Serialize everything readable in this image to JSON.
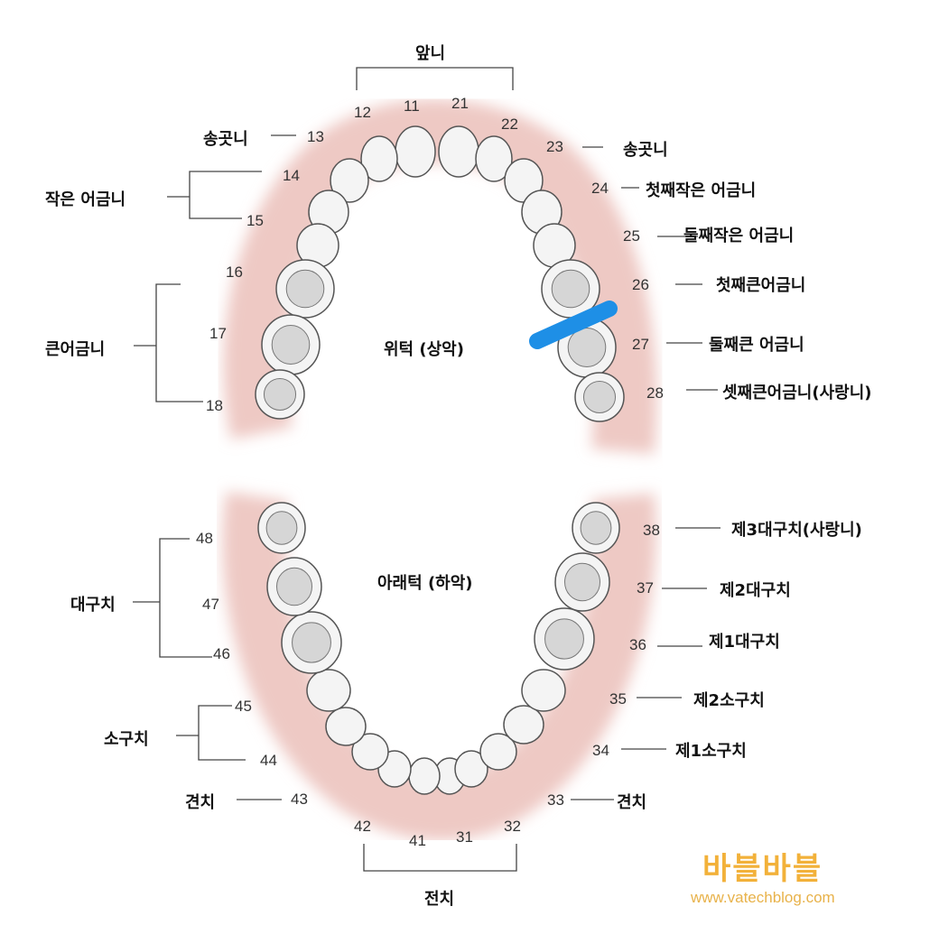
{
  "upper": {
    "title": "위턱 (상악)",
    "front_group": "앞니",
    "labels": {
      "13": "송곳니",
      "premolar_group": "작은 어금니",
      "molar_group": "큰어금니",
      "23": "송곳니",
      "24": "첫째작은 어금니",
      "25": "둘째작은 어금니",
      "26": "첫째큰어금니",
      "27": "둘째큰 어금니",
      "28": "셋째큰어금니(사랑니)"
    },
    "numbers": {
      "11": "11",
      "12": "12",
      "13": "13",
      "14": "14",
      "15": "15",
      "16": "16",
      "17": "17",
      "18": "18",
      "21": "21",
      "22": "22",
      "23": "23",
      "24": "24",
      "25": "25",
      "26": "26",
      "27": "27",
      "28": "28"
    }
  },
  "lower": {
    "title": "아래턱 (하악)",
    "front_group": "전치",
    "labels": {
      "molar_group": "대구치",
      "premolar_group": "소구치",
      "43": "견치",
      "38": "제3대구치(사랑니)",
      "37": "제2대구치",
      "36": "제1대구치",
      "35": "제2소구치",
      "34": "제1소구치",
      "33": "견치"
    },
    "numbers": {
      "31": "31",
      "32": "32",
      "33": "33",
      "34": "34",
      "35": "35",
      "36": "36",
      "37": "37",
      "38": "38",
      "41": "41",
      "42": "42",
      "43": "43",
      "44": "44",
      "45": "45",
      "46": "46",
      "47": "47",
      "48": "48"
    }
  },
  "watermark": {
    "title": "바블바블",
    "url": "www.vatechblog.com"
  },
  "colors": {
    "gum": "#eec9c4",
    "tooth": "#f4f4f4",
    "outline": "#555555",
    "marker": "#1e8fe6",
    "watermark": "#f2b13a"
  }
}
